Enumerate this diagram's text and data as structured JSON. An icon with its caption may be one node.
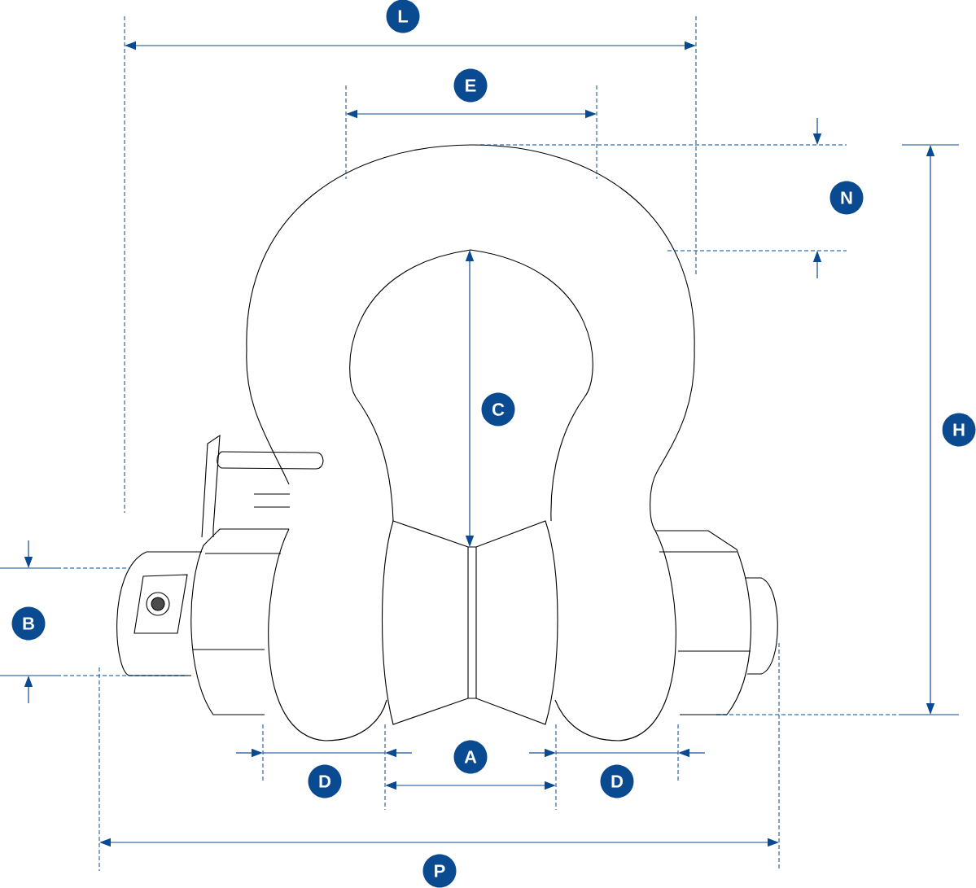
{
  "diagram": {
    "labels": [
      "L",
      "E",
      "N",
      "C",
      "H",
      "B",
      "A",
      "D",
      "D",
      "P"
    ]
  }
}
